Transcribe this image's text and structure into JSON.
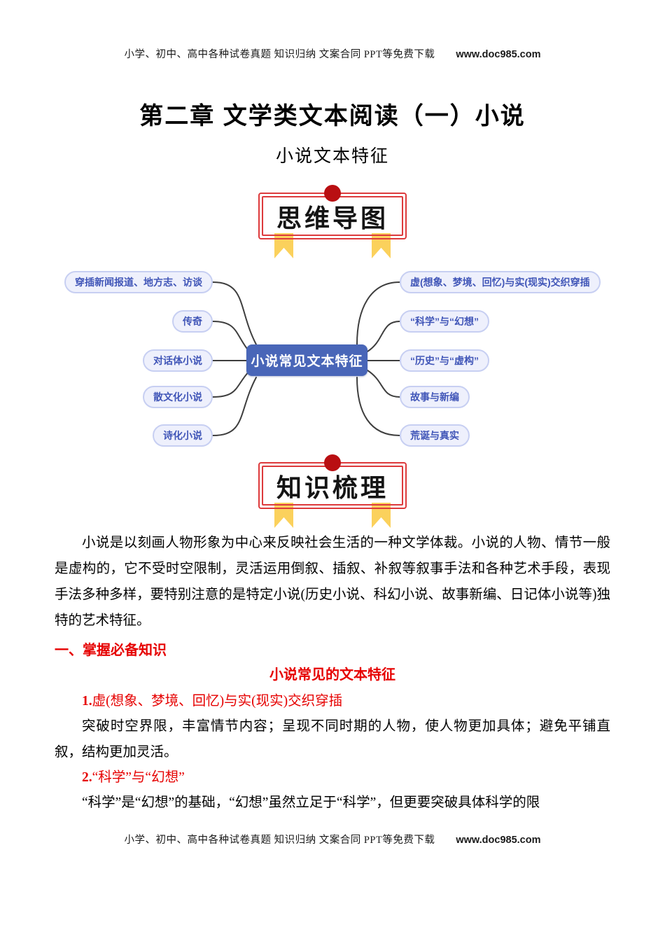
{
  "page": {
    "header": {
      "text": "小学、初中、高中各种试卷真题 知识归纳 文案合同 PPT等免费下载",
      "url": "www.doc985.com"
    },
    "footer": {
      "text": "小学、初中、高中各种试卷真题 知识归纳 文案合同 PPT等免费下载",
      "url": "www.doc985.com"
    },
    "title": "第二章 文学类文本阅读（一）小说",
    "subtitle": "小说文本特征"
  },
  "badges": {
    "mindmap": "思维导图",
    "knowledge": "知识梳理"
  },
  "colors": {
    "badge_border_red": "#dd3a3c",
    "badge_dot_red": "#b90f12",
    "ribbon_yellow": "#fbd15c",
    "center_node_blue": "#4966b8",
    "pill_bg": "#eef0fc",
    "pill_border": "#c7cff2",
    "pill_text_blue": "#4156b8",
    "heading_red": "#e60000",
    "connector_gray": "#3e3e3e"
  },
  "mindmap": {
    "center": "小说常见文本特征",
    "left_nodes": [
      "穿插新闻报道、地方志、访谈",
      "传奇",
      "对话体小说",
      "散文化小说",
      "诗化小说"
    ],
    "right_nodes": [
      "虚(想象、梦境、回忆)与实(现实)交织穿插",
      "“科学”与“幻想”",
      "“历史”与“虚构”",
      "故事与新编",
      "荒诞与真实"
    ]
  },
  "content": {
    "intro": "小说是以刻画人物形象为中心来反映社会生活的一种文学体裁。小说的人物、情节一般是虚构的，它不受时空限制，灵活运用倒叙、插叙、补叙等叙事手法和各种艺术手段，表现手法多种多样，要特别注意的是特定小说(历史小说、科幻小说、故事新编、日记体小说等)独特的艺术特征。",
    "section1_heading": "一、掌握必备知识",
    "center_heading": "小说常见的文本特征",
    "features": [
      {
        "num": "1.",
        "title": "虚(想象、梦境、回忆)与实(现实)交织穿插",
        "body": "突破时空界限，丰富情节内容；呈现不同时期的人物，使人物更加具体；避免平铺直叙，结构更加灵活。"
      },
      {
        "num": "2.",
        "title": "“科学”与“幻想”",
        "body": "“科学”是“幻想”的基础，“幻想”虽然立足于“科学”，但更要突破具体科学的限"
      }
    ]
  }
}
